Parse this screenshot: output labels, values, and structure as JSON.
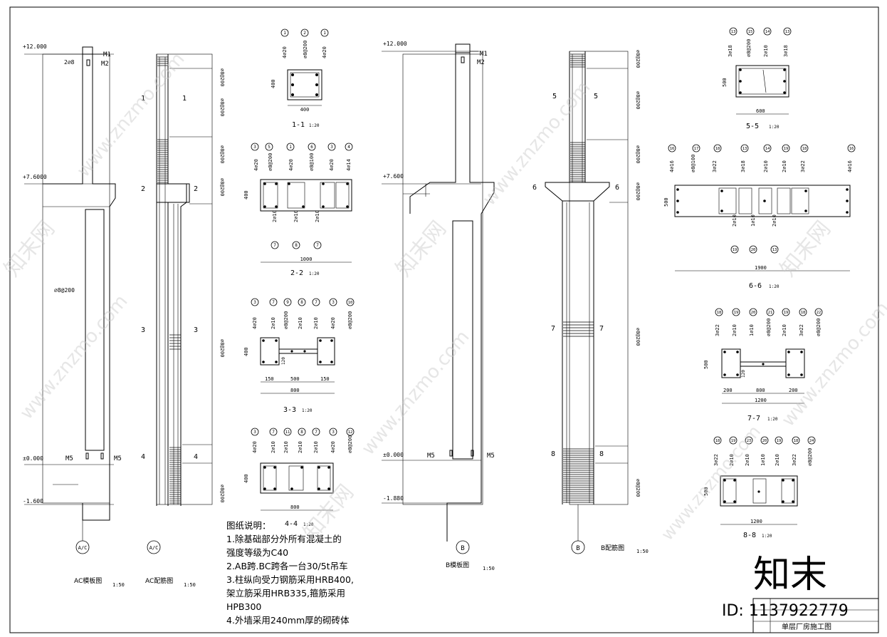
{
  "labels": {
    "el_12": "+12.000",
    "el_76a": "+7.6000",
    "el_76b": "+7.600",
    "el_0": "±0.000",
    "el_m16": "-1.600",
    "el_m188": "-1.880",
    "m1": "M1",
    "m2": "M2",
    "m5": "M5",
    "bar_2d8": "2⌀8",
    "r1": "1",
    "r2": "2",
    "r3": "3",
    "r4": "4",
    "r5": "5",
    "r6": "6",
    "r7": "7",
    "r8": "8",
    "stir": "⌀8@200",
    "stir2": "⌀8@200",
    "axis_ac": "A/C",
    "axis_b": "B",
    "ac_form": "AC模板图",
    "ac_rebar": "AC配筋图",
    "b_form": "B模板图",
    "b_rebar": "B配筋图",
    "scale50": "1:50",
    "scale20": "1:20",
    "s11": "1-1",
    "s22": "2-2",
    "s33": "3-3",
    "s44": "4-4",
    "s55": "5-5",
    "s66": "6-6",
    "s77": "7-7",
    "s88": "8-8",
    "d400": "400",
    "d500": "500",
    "d600": "600",
    "d800": "800",
    "d1000": "1000",
    "d1200": "1200",
    "d1900": "1900",
    "d150": "150",
    "d120": "120",
    "d200": "200",
    "b4d20": "4⌀20",
    "b2d10": "2⌀10",
    "b1d10": "1⌀10",
    "b4d14": "4⌀14",
    "b4d16": "4⌀16",
    "b3d18": "3⌀18",
    "b3d22": "3⌀22",
    "bs200": "⌀8@200",
    "bs100": "⌀8@100",
    "n1": "1",
    "n2": "2",
    "n3": "3",
    "n4": "4",
    "n5": "5",
    "n6": "6",
    "n7": "7",
    "n8": "8",
    "n9": "9",
    "n10": "10",
    "n11": "11",
    "n12": "12",
    "n13": "13",
    "n14": "14",
    "n15": "15",
    "n16": "16",
    "n17": "17",
    "n18": "18",
    "n19": "19",
    "n20": "20",
    "n21": "21",
    "n22": "22",
    "n23": "23",
    "n24": "24"
  },
  "notes": {
    "title": "图纸说明：",
    "l1": "1.除基础部分外所有混凝土的",
    "l2": "强度等级为C40",
    "l3": "2.AB跨.BC跨各一台30/5t吊车",
    "l4": "3.柱纵向受力钢筋采用HRB400,",
    "l5": "架立筋采用HRB335,箍筋采用",
    "l6": "HPB300",
    "l7": "4.外墙采用240mm厚的砌砖体"
  },
  "titleblock": {
    "name": "单层厂房施工图"
  },
  "watermark": {
    "site": "www.znzmo.com",
    "brand": "知末网",
    "logo": "知末",
    "id": "ID: 1137922779"
  }
}
